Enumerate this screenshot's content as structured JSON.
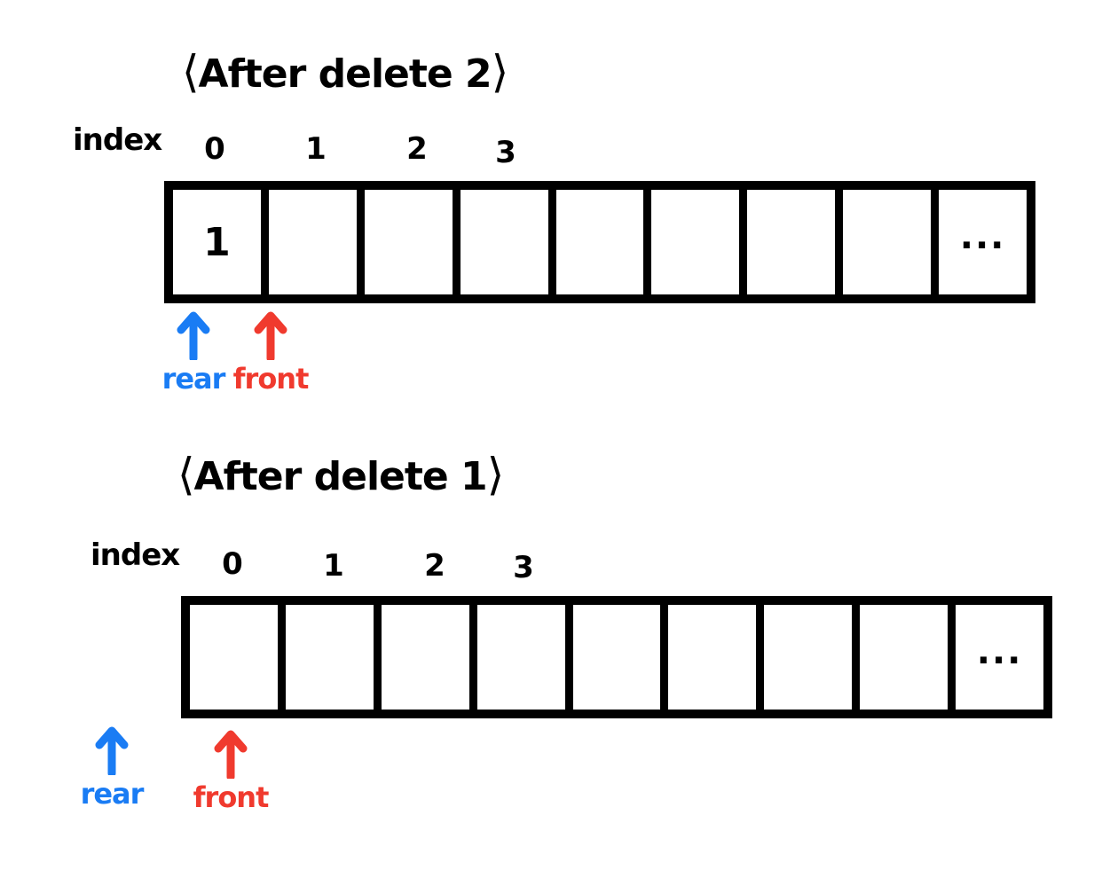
{
  "colors": {
    "rear": "#1a7cf4",
    "front": "#f03a2e",
    "ink": "#000000"
  },
  "panels": [
    {
      "title": "After delete 2",
      "index_label": "index",
      "indices": [
        "0",
        "1",
        "2",
        "3"
      ],
      "cells": [
        "1",
        "",
        "",
        "",
        "",
        "",
        "",
        "",
        "..."
      ],
      "pointers": {
        "rear": {
          "label": "rear",
          "icon": "up-arrow-icon"
        },
        "front": {
          "label": "front",
          "icon": "up-arrow-icon"
        }
      }
    },
    {
      "title": "After delete 1",
      "index_label": "index",
      "indices": [
        "0",
        "1",
        "2",
        "3"
      ],
      "cells": [
        "",
        "",
        "",
        "",
        "",
        "",
        "",
        "",
        "..."
      ],
      "pointers": {
        "rear": {
          "label": "rear",
          "icon": "up-arrow-icon"
        },
        "front": {
          "label": "front",
          "icon": "up-arrow-icon"
        }
      }
    }
  ]
}
